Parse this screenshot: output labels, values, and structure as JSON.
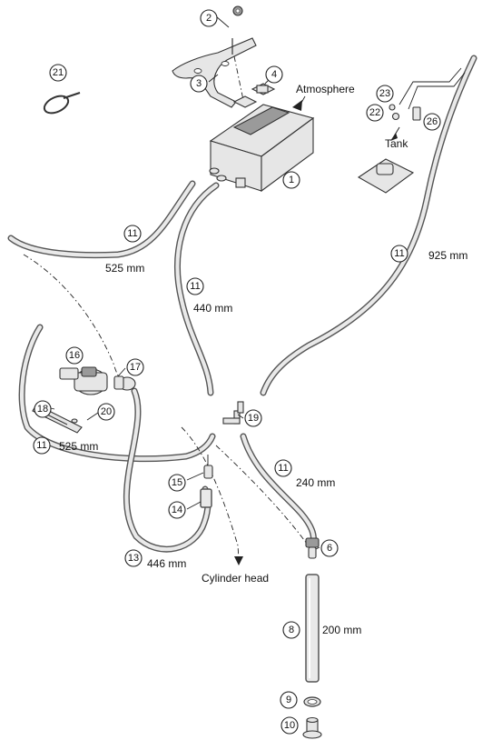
{
  "callouts": [
    {
      "id": "c2",
      "n": "2"
    },
    {
      "id": "c3",
      "n": "3"
    },
    {
      "id": "c4",
      "n": "4"
    },
    {
      "id": "c21",
      "n": "21"
    },
    {
      "id": "c23",
      "n": "23"
    },
    {
      "id": "c22",
      "n": "22"
    },
    {
      "id": "c26",
      "n": "26"
    },
    {
      "id": "c1",
      "n": "1"
    },
    {
      "id": "c11a",
      "n": "11"
    },
    {
      "id": "c11b",
      "n": "11"
    },
    {
      "id": "c11c",
      "n": "11"
    },
    {
      "id": "c11d",
      "n": "11"
    },
    {
      "id": "c11e",
      "n": "11"
    },
    {
      "id": "c16",
      "n": "16"
    },
    {
      "id": "c17",
      "n": "17"
    },
    {
      "id": "c18",
      "n": "18"
    },
    {
      "id": "c20",
      "n": "20"
    },
    {
      "id": "c19",
      "n": "19"
    },
    {
      "id": "c15",
      "n": "15"
    },
    {
      "id": "c14",
      "n": "14"
    },
    {
      "id": "c13",
      "n": "13"
    },
    {
      "id": "c6",
      "n": "6"
    },
    {
      "id": "c8",
      "n": "8"
    },
    {
      "id": "c9",
      "n": "9"
    },
    {
      "id": "c10",
      "n": "10"
    }
  ],
  "labels": {
    "atmosphere": "Atmosphere",
    "tank": "Tank",
    "cylinder_head": "Cylinder head"
  },
  "dimensions": {
    "d525a": "525 mm",
    "d440": "440 mm",
    "d925": "925 mm",
    "d525b": "525 mm",
    "d240": "240 mm",
    "d446": "446 mm",
    "d200": "200 mm"
  }
}
